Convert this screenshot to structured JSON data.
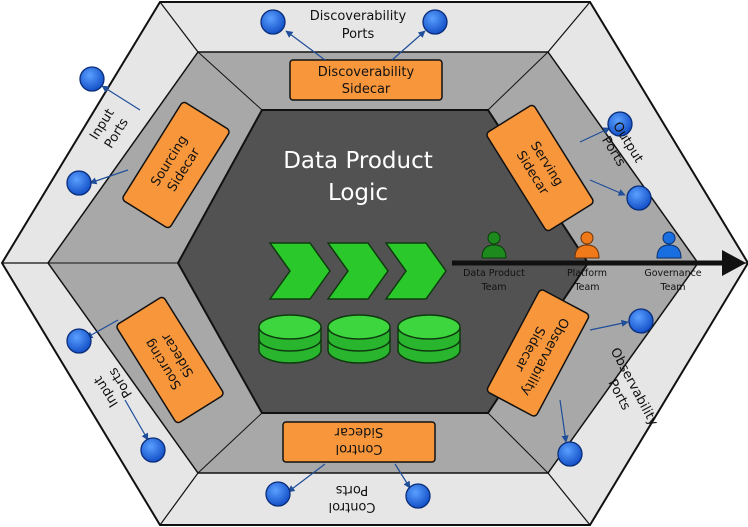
{
  "core": {
    "title_line1": "Data Product",
    "title_line2": "Logic"
  },
  "sidecars": {
    "discoverability": {
      "line1": "Discoverability",
      "line2": "Sidecar"
    },
    "serving": {
      "line1": "Serving",
      "line2": "Sidecar"
    },
    "observability": {
      "line1": "Observability",
      "line2": "Sidecar"
    },
    "control": {
      "line1": "Control",
      "line2": "Sidecar"
    },
    "sourcing_top": {
      "line1": "Sourcing",
      "line2": "Sidecar"
    },
    "sourcing_bottom": {
      "line1": "Sourcing",
      "line2": "Sidecar"
    }
  },
  "ports": {
    "discoverability": {
      "line1": "Discoverability",
      "line2": "Ports"
    },
    "output": {
      "line1": "Output",
      "line2": "Ports"
    },
    "observability": {
      "line1": "Observability",
      "line2": "Ports"
    },
    "control": {
      "line1": "Control",
      "line2": "Ports"
    },
    "input_top": {
      "line1": "Input",
      "line2": "Ports"
    },
    "input_bottom": {
      "line1": "Input",
      "line2": "Ports"
    }
  },
  "teams": [
    {
      "line1": "Data Product",
      "line2": "Team",
      "color": "#1c8a1c"
    },
    {
      "line1": "Platform",
      "line2": "Team",
      "color": "#f07a1a"
    },
    {
      "line1": "Governance",
      "line2": "Team",
      "color": "#1a6fe0"
    }
  ],
  "colors": {
    "outer_ring": "#e4e4e4",
    "middle_ring": "#a9a9a9",
    "core": "#555555",
    "sidecar": "#f7963b",
    "port": "#1e73e8",
    "pipeline": "#28c828",
    "arrow": "#1f4e9a"
  }
}
